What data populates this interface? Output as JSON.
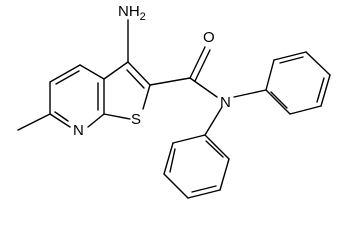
{
  "structure": {
    "atom_labels": {
      "amino_group": "NH",
      "amino_subscript": "2",
      "carbonyl_oxygen": "O",
      "amide_nitrogen": "N",
      "pyridine_nitrogen": "N",
      "thiophene_sulfur": "S"
    },
    "colors": {
      "bond": "#000000",
      "label": "#000000",
      "background": "#ffffff"
    }
  }
}
